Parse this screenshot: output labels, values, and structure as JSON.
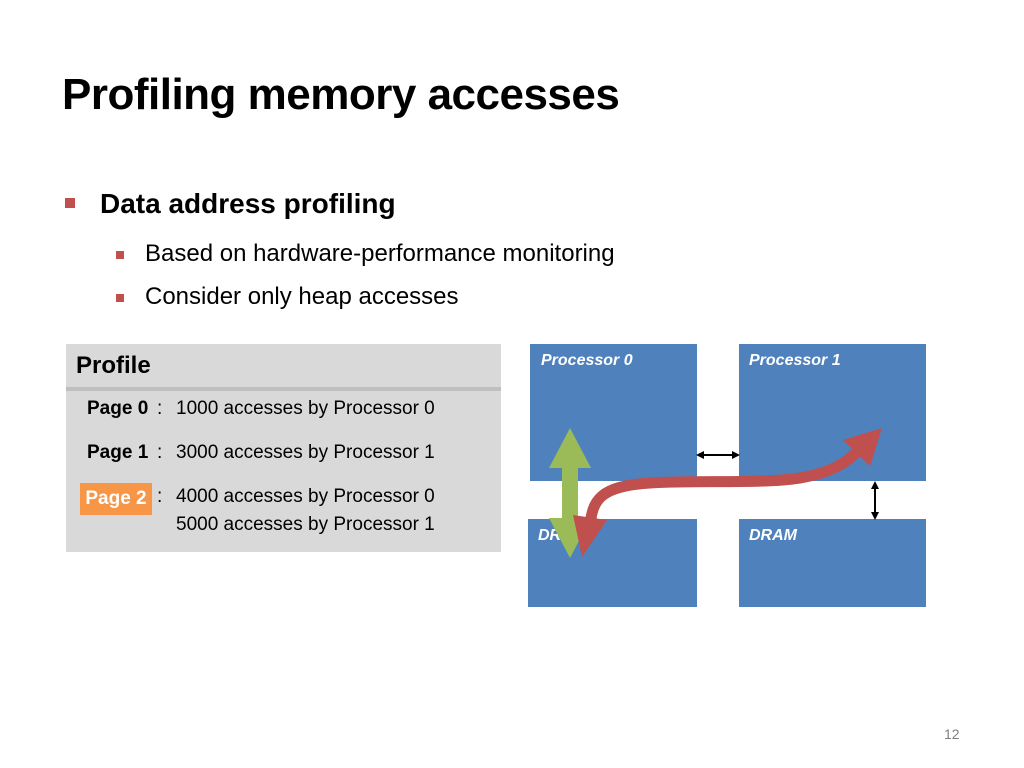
{
  "slide": {
    "title": "Profiling memory accesses",
    "page_number": "12"
  },
  "bullets": {
    "level1": "Data address profiling",
    "level2": [
      "Based on hardware-performance monitoring",
      "Consider only heap accesses"
    ]
  },
  "profile": {
    "heading": "Profile",
    "rows": [
      {
        "page": "Page 0",
        "sep": ":",
        "lines": [
          "1000 accesses by Processor 0"
        ]
      },
      {
        "page": "Page 1",
        "sep": ":",
        "lines": [
          "3000 accesses by Processor 1"
        ]
      },
      {
        "page": "Page 2",
        "sep": ":",
        "lines": [
          "4000 accesses by Processor 0",
          "5000 accesses by Processor 1"
        ]
      }
    ]
  },
  "diagram": {
    "processor0": "Processor 0",
    "processor1": "Processor 1",
    "dram0": "DRAM",
    "dram1": "DRAM"
  },
  "colors": {
    "bullet": "#c0504d",
    "node": "#4f81bd",
    "highlight": "#f79646",
    "green_arrow": "#9bbb59",
    "red_arrow": "#c0504d"
  }
}
